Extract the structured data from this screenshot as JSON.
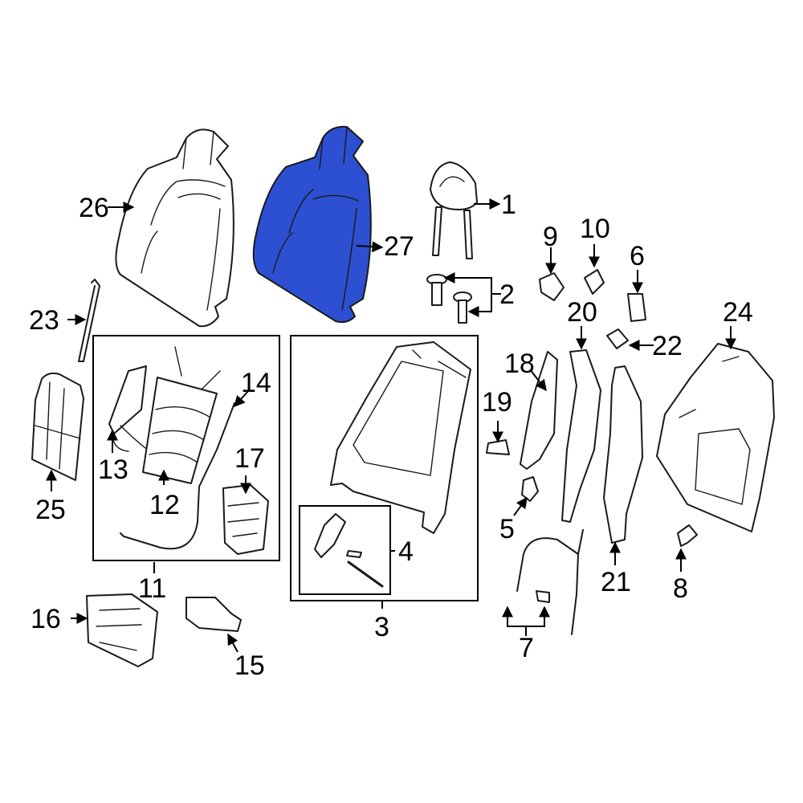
{
  "highlight_color": "#2d4fd1",
  "callouts": {
    "c1": "1",
    "c2": "2",
    "c3": "3",
    "c4": "4",
    "c5": "5",
    "c6": "6",
    "c7": "7",
    "c8": "8",
    "c9": "9",
    "c10": "10",
    "c11": "11",
    "c12": "12",
    "c13": "13",
    "c14": "14",
    "c15": "15",
    "c16": "16",
    "c17": "17",
    "c18": "18",
    "c19": "19",
    "c20": "20",
    "c21": "21",
    "c22": "22",
    "c23": "23",
    "c24": "24",
    "c25": "25",
    "c26": "26",
    "c27": "27"
  },
  "icons": {
    "part_26": "seat-back-cover-icon",
    "part_27": "seat-back-pad-icon",
    "part_1": "headrest-icon",
    "part_3": "seat-back-frame-icon",
    "part_24": "rear-panel-icon"
  }
}
